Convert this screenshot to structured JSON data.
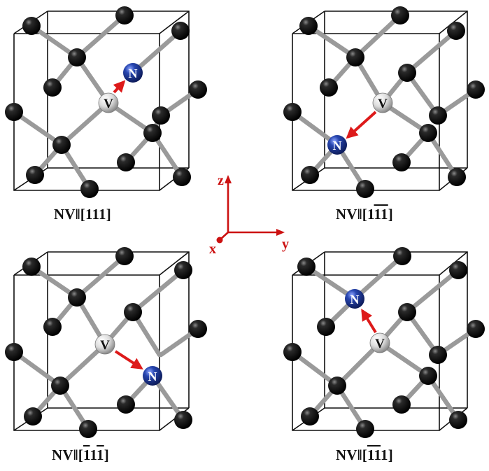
{
  "axes": {
    "x_label": "x",
    "y_label": "y",
    "z_label": "z",
    "color": "#cc1111"
  },
  "colors": {
    "carbon": "#0a0a0a",
    "nitrogen": "#1f3a9a",
    "vacancy": "#e6e6e6",
    "bond": "#9a9a9a",
    "arrow": "#dd1a1a",
    "cell_edge": "#111111"
  },
  "panels": [
    {
      "nitrogen_label": "N",
      "vacancy_label": "V",
      "caption": {
        "prefix": "NV‖[",
        "d1": "1",
        "d1_bar": false,
        "d2": "1",
        "d2_bar": false,
        "d3": "1",
        "d3_bar": false,
        "suffix": "]"
      }
    },
    {
      "nitrogen_label": "N",
      "vacancy_label": "V",
      "caption": {
        "prefix": "NV‖[",
        "d1": "1",
        "d1_bar": false,
        "d2": "1",
        "d2_bar": true,
        "d3": "1",
        "d3_bar": true,
        "suffix": "]"
      }
    },
    {
      "nitrogen_label": "N",
      "vacancy_label": "V",
      "caption": {
        "prefix": "NV‖[",
        "d1": "1",
        "d1_bar": true,
        "d2": "1",
        "d2_bar": false,
        "d3": "1",
        "d3_bar": true,
        "suffix": "]"
      }
    },
    {
      "nitrogen_label": "N",
      "vacancy_label": "V",
      "caption": {
        "prefix": "NV‖[",
        "d1": "1",
        "d1_bar": true,
        "d2": "1",
        "d2_bar": true,
        "d3": "1",
        "d3_bar": false,
        "suffix": "]"
      }
    }
  ]
}
